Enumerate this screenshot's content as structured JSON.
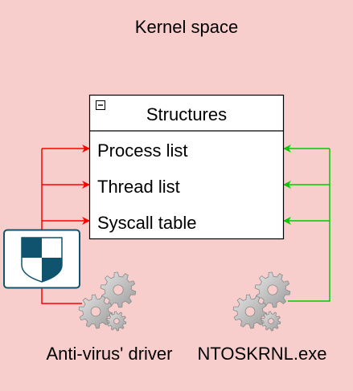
{
  "diagram": {
    "title": "Kernel space",
    "background_color": "#f8cecc",
    "structures_box": {
      "header": "Structures",
      "collapse_icon": "minus-square-icon",
      "items": [
        {
          "label": "Process list"
        },
        {
          "label": "Thread list"
        },
        {
          "label": "Syscall table"
        }
      ]
    },
    "left_component": {
      "label": "Anti-virus' driver",
      "icon": "gears-icon",
      "badge_icon": "shield-icon",
      "arrow_color": "#ff0000"
    },
    "right_component": {
      "label": "NTOSKRNL.exe",
      "icon": "gears-icon",
      "arrow_color": "#00cc00"
    }
  }
}
